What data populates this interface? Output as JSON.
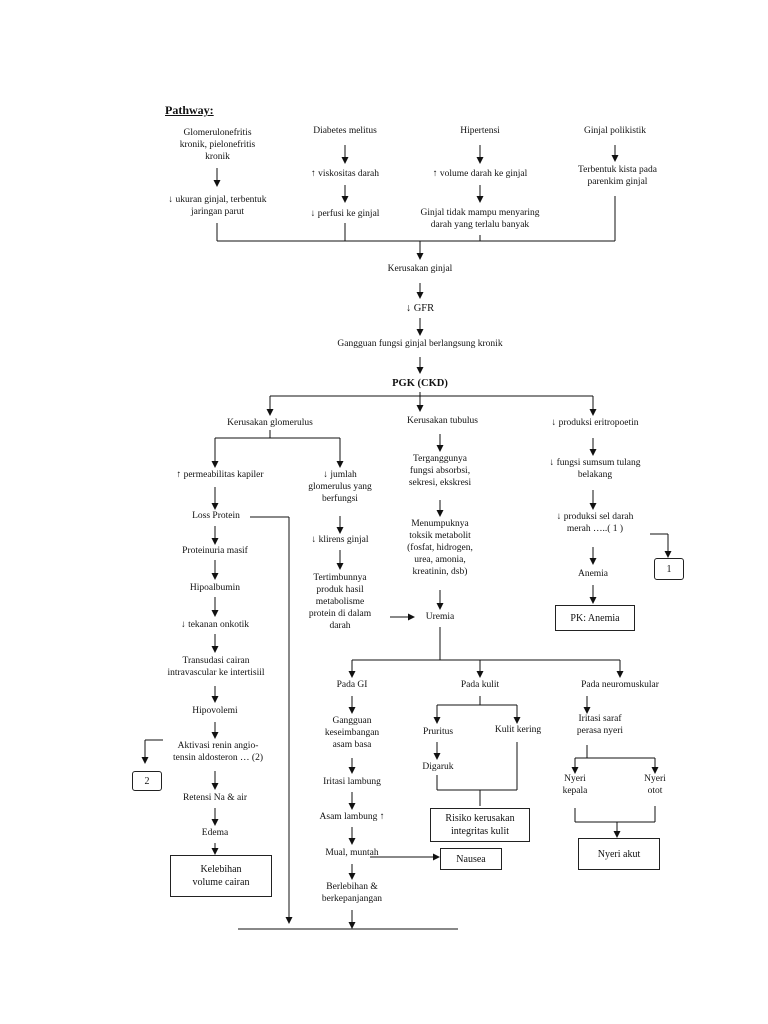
{
  "title": "Pathway:",
  "causes": {
    "c1": "Glomerulonefritis\nkronik, pielonefritis\nkronik",
    "c2": "Diabetes melitus",
    "c3": "Hipertensi",
    "c4": "Ginjal polikistik"
  },
  "effects": {
    "e1": "↓ ukuran ginjal, terbentuk\njaringan parut",
    "e2a": "↑ viskositas darah",
    "e2b": "↓ perfusi ke ginjal",
    "e3a": "↑ volume darah ke ginjal",
    "e3b": "Ginjal tidak mampu menyaring\ndarah yang terlalu banyak",
    "e4": "Terbentuk kista pada\nparenkim ginjal"
  },
  "main": {
    "kerusakan": "Kerusakan ginjal",
    "gfr": "↓ GFR",
    "gangguan": "Gangguan fungsi ginjal berlangsung kronik",
    "pgk": "PGK (CKD)"
  },
  "branches": {
    "glomerulus": "Kerusakan glomerulus",
    "tubulus": "Kerusakan tubulus",
    "eritropoetin": "↓ produksi eritropoetin"
  },
  "left": {
    "permeabilitas": "↑ permeabilitas kapiler",
    "loss": "Loss Protein",
    "proteinuria": "Proteinuria masif",
    "hipoalbumin": "Hipoalbumin",
    "tekanan": "↓ tekanan onkotik",
    "transudasi": "Transudasi cairan\nintravascular ke intertisiil",
    "hipovolemi": "Hipovolemi",
    "aktivasi": "Aktivasi renin angio-\ntensin aldosteron … (2)",
    "retensi": "Retensi Na & air",
    "edema": "Edema",
    "kelebihan": "Kelebihan\nvolume cairan",
    "ref2": "2"
  },
  "midleft": {
    "jumlah": "↓ jumlah\nglomerulus yang\nberfungsi",
    "klirens": "↓ klirens ginjal",
    "tertimbun": "Tertimbunnya\nproduk hasil\nmetabolisme\nprotein di dalam\ndarah"
  },
  "tubulus": {
    "terganggu": "Terganggunya\nfungsi absorbsi,\nsekresi, ekskresi",
    "menumpuk": "Menumpuknya\ntoksik metabolit\n(fosfat, hidrogen,\nurea, amonia,\nkreatinin, dsb)",
    "uremia": "Uremia"
  },
  "right": {
    "sumsum": "↓ fungsi sumsum tulang\nbelakang",
    "sel": "↓ produksi sel darah\nmerah …..( 1 )",
    "anemia": "Anemia",
    "pk": "PK: Anemia",
    "ref1": "1"
  },
  "gi": {
    "head": "Pada GI",
    "g1": "Gangguan\nkeseimbangan\nasam basa",
    "g2": "Iritasi lambung",
    "g3": "Asam lambung ↑",
    "g4": "Mual, muntah",
    "g5": "Berlebihan &\nberkepanjangan",
    "nausea": "Nausea"
  },
  "kulit": {
    "head": "Pada kulit",
    "pruritus": "Pruritus",
    "kering": "Kulit kering",
    "digaruk": "Digaruk",
    "risiko": "Risiko kerusakan\nintegritas kulit"
  },
  "neuro": {
    "head": "Pada neuromuskular",
    "iritasi": "Iritasi saraf\nperasa nyeri",
    "kepala": "Nyeri\nkepala",
    "otot": "Nyeri\notot",
    "akut": "Nyeri akut"
  }
}
